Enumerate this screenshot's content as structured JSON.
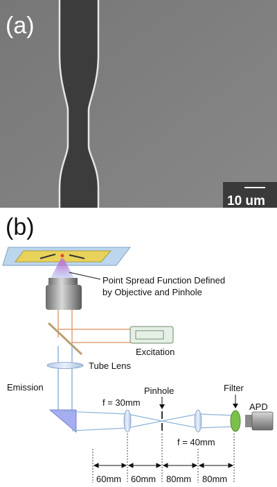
{
  "panel_a": {
    "label": "(a)",
    "scale_bar_label": "10 um"
  },
  "panel_b": {
    "label": "(b)",
    "psf_line1": "Point Spread Function Defined",
    "psf_line2": "by Objective and Pinhole",
    "excitation": "Excitation",
    "tube_lens": "Tube Lens",
    "emission": "Emission",
    "pinhole": "Pinhole",
    "filter": "Filter",
    "apd": "APD",
    "f1": "f = 30mm",
    "f2": "f = 40mm",
    "dimensions": [
      "60mm",
      "60mm",
      "80mm",
      "80mm"
    ]
  },
  "colors": {
    "sem_background": "#7f7f7f",
    "channel_dark": "#3c3c3c",
    "chip_gold": "#e8d25a",
    "excitation_beam": "#e0a070",
    "emission_beam": "#8fb3d9",
    "filter_green": "#7cc04a"
  }
}
